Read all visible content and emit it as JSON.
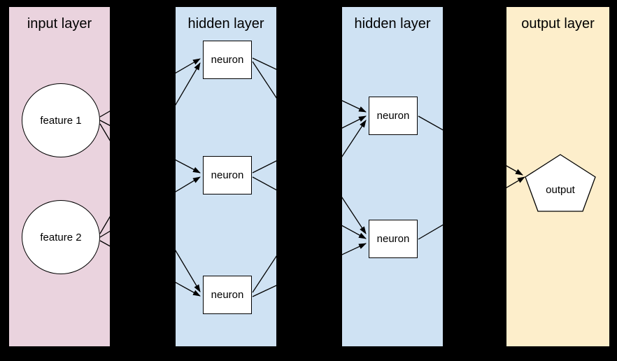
{
  "canvas": {
    "background": "#000000"
  },
  "layers": [
    {
      "label": "input layer",
      "color": "#ead3de"
    },
    {
      "label": "hidden layer",
      "color": "#cfe2f3"
    },
    {
      "label": "hidden layer",
      "color": "#cfe2f3"
    },
    {
      "label": "output layer",
      "color": "#fdeecb"
    }
  ],
  "nodes": [
    {
      "id": "feature1",
      "label": "feature 1",
      "shape": "circle",
      "layer": 0,
      "fill": "#ffffff"
    },
    {
      "id": "feature2",
      "label": "feature 2",
      "shape": "circle",
      "layer": 0,
      "fill": "#ffffff"
    },
    {
      "id": "h1-neuron1",
      "label": "neuron",
      "shape": "rect",
      "layer": 1,
      "fill": "#ffffff"
    },
    {
      "id": "h1-neuron2",
      "label": "neuron",
      "shape": "rect",
      "layer": 1,
      "fill": "#ffffff"
    },
    {
      "id": "h1-neuron3",
      "label": "neuron",
      "shape": "rect",
      "layer": 1,
      "fill": "#ffffff"
    },
    {
      "id": "h2-neuron1",
      "label": "neuron",
      "shape": "rect",
      "layer": 2,
      "fill": "#ffffff"
    },
    {
      "id": "h2-neuron2",
      "label": "neuron",
      "shape": "rect",
      "layer": 2,
      "fill": "#ffffff"
    },
    {
      "id": "output",
      "label": "output",
      "shape": "pentagon",
      "layer": 3,
      "fill": "#ffffff"
    }
  ],
  "edges": [
    {
      "from": "feature1",
      "to": "h1-neuron1"
    },
    {
      "from": "feature1",
      "to": "h1-neuron2"
    },
    {
      "from": "feature1",
      "to": "h1-neuron3"
    },
    {
      "from": "feature2",
      "to": "h1-neuron1"
    },
    {
      "from": "feature2",
      "to": "h1-neuron2"
    },
    {
      "from": "feature2",
      "to": "h1-neuron3"
    },
    {
      "from": "h1-neuron1",
      "to": "h2-neuron1"
    },
    {
      "from": "h1-neuron1",
      "to": "h2-neuron2"
    },
    {
      "from": "h1-neuron2",
      "to": "h2-neuron1"
    },
    {
      "from": "h1-neuron2",
      "to": "h2-neuron2"
    },
    {
      "from": "h1-neuron3",
      "to": "h2-neuron1"
    },
    {
      "from": "h1-neuron3",
      "to": "h2-neuron2"
    },
    {
      "from": "h2-neuron1",
      "to": "output"
    },
    {
      "from": "h2-neuron2",
      "to": "output"
    }
  ],
  "edge_color": "#000000"
}
